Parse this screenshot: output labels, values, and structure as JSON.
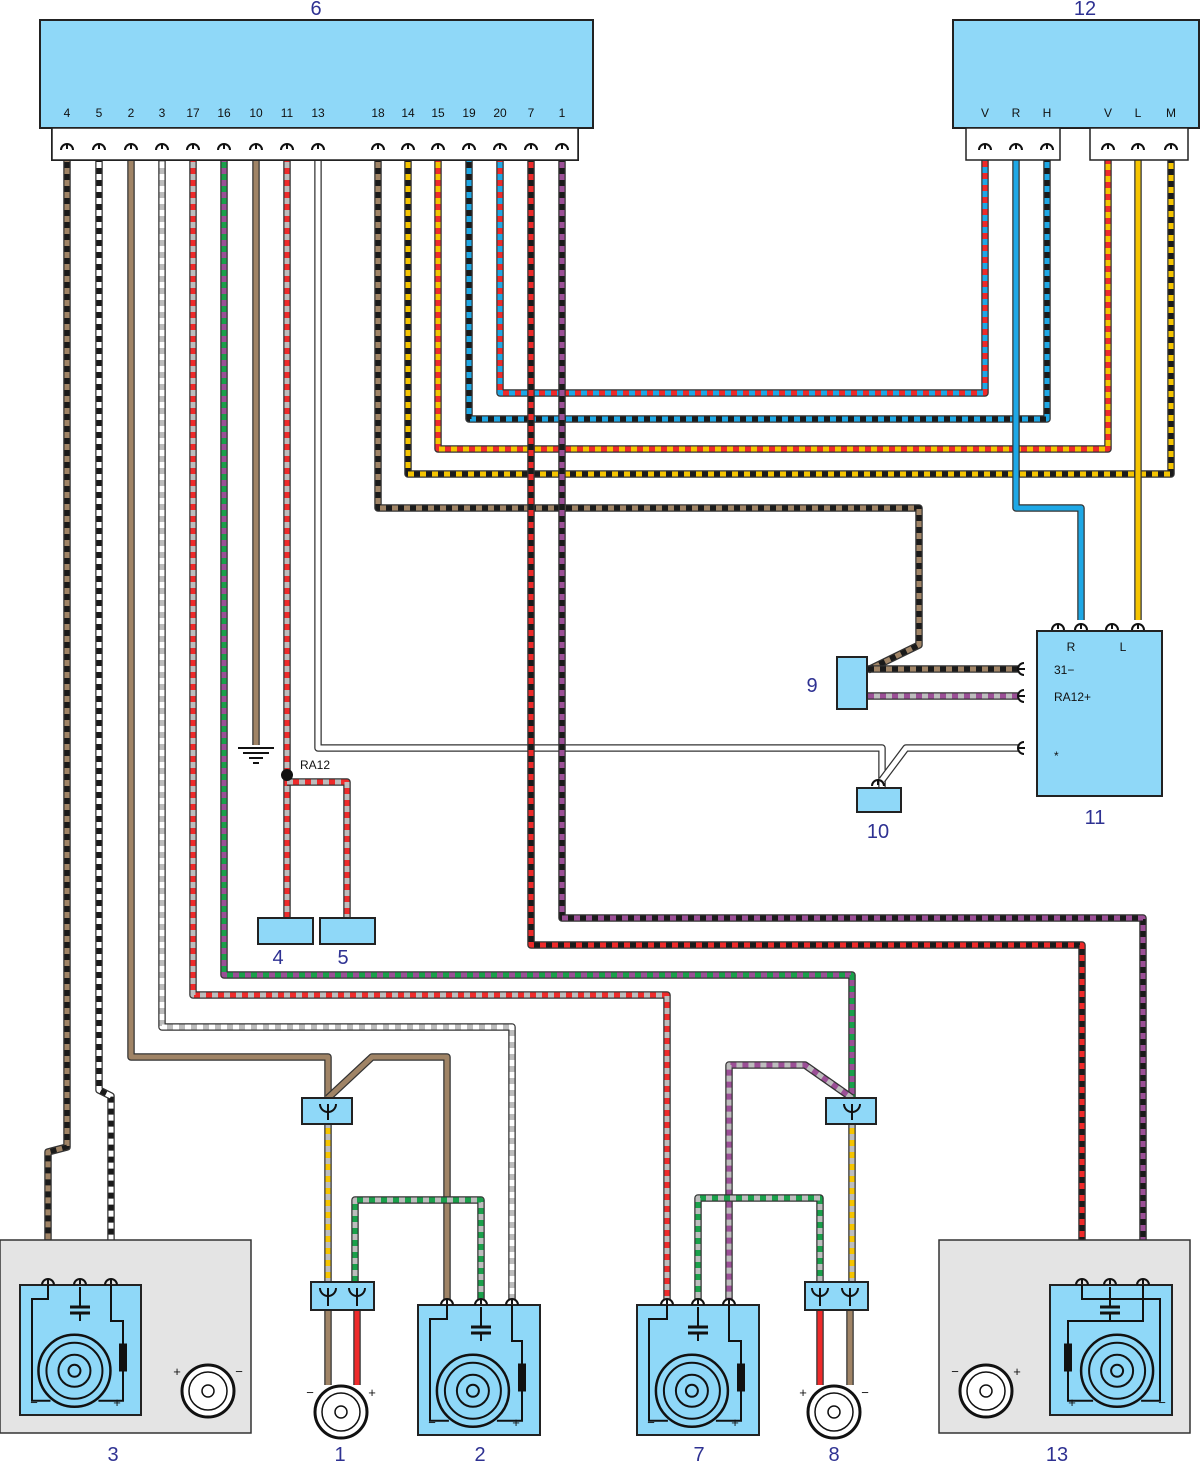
{
  "labels": {
    "head_unit": "6",
    "amplifier_connectors": "12",
    "rear_left": "3",
    "front_left_tweeter": "1",
    "front_left": "2",
    "front_right": "7",
    "front_right_tweeter": "8",
    "rear_right": "13",
    "component_9": "9",
    "component_10": "10",
    "component_11": "11",
    "component_4": "4",
    "component_5": "5"
  },
  "head_unit_pins": [
    "4",
    "5",
    "2",
    "3",
    "17",
    "16",
    "10",
    "11",
    "13",
    "18",
    "14",
    "15",
    "19",
    "20",
    "7",
    "1"
  ],
  "connector_a_pins": [
    "V",
    "R",
    "H"
  ],
  "connector_b_pins": [
    "V",
    "L",
    "M"
  ],
  "module_11": {
    "top_pins": [
      "R",
      "L"
    ],
    "terminal_31": "31−",
    "terminal_ra12": "RA12+",
    "terminal_star": "*"
  },
  "splice_label": "RA12",
  "polarity": {
    "plus": "+",
    "minus": "−"
  },
  "colors": {
    "component_fill": "#8fd8f8",
    "label_blue": "#2e3192",
    "brown": "#a08466",
    "black": "#1a1a1a",
    "red": "#ee2a2a",
    "blue": "#1ea8e6",
    "yellow": "#f5c400",
    "gray": "#bdbdbd",
    "green": "#19a04a",
    "violet": "#9b4f96",
    "white": "#ffffff"
  },
  "wires": [
    {
      "name": "wire-4-brown-black",
      "colors": [
        "brown",
        "black"
      ]
    },
    {
      "name": "wire-5-black-white",
      "colors": [
        "black",
        "white"
      ]
    },
    {
      "name": "wire-2-brown",
      "colors": [
        "brown"
      ]
    },
    {
      "name": "wire-3-gray-white",
      "colors": [
        "gray",
        "white"
      ]
    },
    {
      "name": "wire-17-red-gray",
      "colors": [
        "red",
        "gray"
      ]
    },
    {
      "name": "wire-16-violet-green",
      "colors": [
        "violet",
        "green"
      ]
    },
    {
      "name": "wire-10-brown-ground",
      "colors": [
        "brown"
      ]
    },
    {
      "name": "wire-11-red-gray",
      "colors": [
        "red",
        "gray"
      ]
    },
    {
      "name": "wire-ra12-branch",
      "colors": [
        "red",
        "gray"
      ]
    },
    {
      "name": "wire-13-white",
      "colors": [
        "white"
      ]
    },
    {
      "name": "wire-18-black-brown",
      "colors": [
        "black",
        "brown"
      ]
    },
    {
      "name": "wire-14-black-yellow",
      "colors": [
        "black",
        "yellow"
      ]
    },
    {
      "name": "wire-15-red-yellow",
      "colors": [
        "red",
        "yellow"
      ]
    },
    {
      "name": "wire-19-blue-black",
      "colors": [
        "blue",
        "black"
      ]
    },
    {
      "name": "wire-20-red-blue",
      "colors": [
        "red",
        "blue"
      ]
    },
    {
      "name": "wire-7-black-red",
      "colors": [
        "black",
        "red"
      ]
    },
    {
      "name": "wire-1-black-violet",
      "colors": [
        "black",
        "violet"
      ]
    },
    {
      "name": "wire-blue-r",
      "colors": [
        "blue"
      ]
    },
    {
      "name": "wire-yellow-l",
      "colors": [
        "yellow"
      ]
    },
    {
      "name": "wire-brown-black-31",
      "colors": [
        "brown",
        "black"
      ]
    },
    {
      "name": "wire-gray-violet-ra12",
      "colors": [
        "gray",
        "violet"
      ]
    },
    {
      "name": "wire-white-star",
      "colors": [
        "white"
      ]
    },
    {
      "name": "wire-fl-split-brown",
      "colors": [
        "brown"
      ]
    },
    {
      "name": "wire-fl-yellow-gray",
      "colors": [
        "yellow",
        "gray"
      ]
    },
    {
      "name": "wire-fl-gray-green",
      "colors": [
        "gray",
        "green"
      ]
    },
    {
      "name": "wire-fl-tweeter-brown",
      "colors": [
        "brown"
      ]
    },
    {
      "name": "wire-fl-tweeter-red",
      "colors": [
        "red"
      ]
    },
    {
      "name": "wire-fr-violet-gray",
      "colors": [
        "violet",
        "gray"
      ]
    },
    {
      "name": "wire-fr-yellow-gray",
      "colors": [
        "yellow",
        "gray"
      ]
    },
    {
      "name": "wire-fr-green-gray",
      "colors": [
        "green",
        "gray"
      ]
    },
    {
      "name": "wire-fr-tweeter-red",
      "colors": [
        "red"
      ]
    },
    {
      "name": "wire-fr-tweeter-brown",
      "colors": [
        "brown"
      ]
    },
    {
      "name": "wire-rl-green",
      "colors": [
        "green"
      ]
    },
    {
      "name": "wire-rl-green-black",
      "colors": [
        "green",
        "black"
      ]
    },
    {
      "name": "wire-rr-green",
      "colors": [
        "green"
      ]
    },
    {
      "name": "wire-rr-green-black",
      "colors": [
        "green",
        "black"
      ]
    }
  ]
}
